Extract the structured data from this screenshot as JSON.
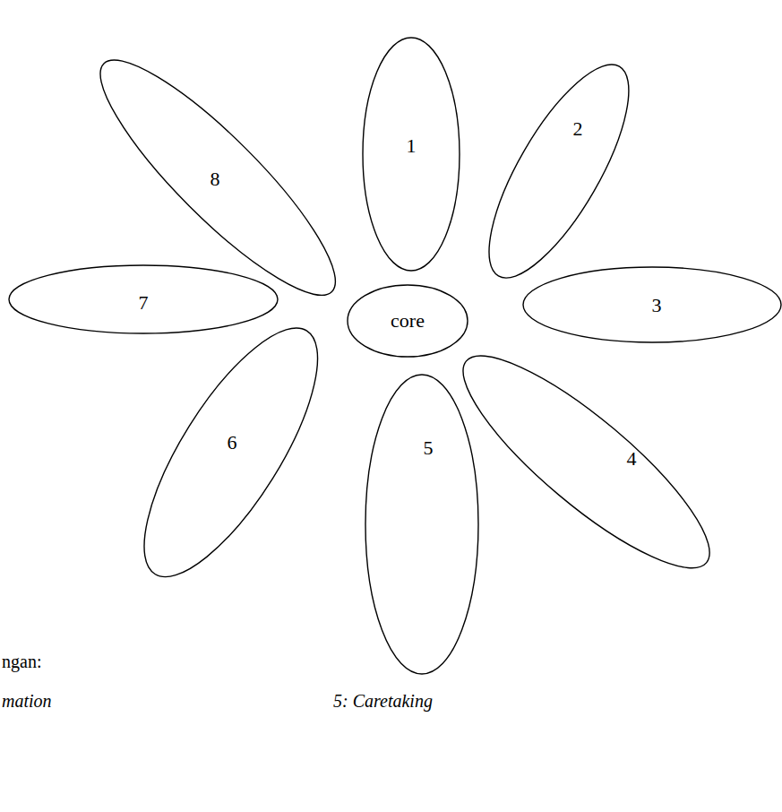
{
  "diagram": {
    "nodes": [
      {
        "text": [
          "1"
        ]
      },
      {
        "text": [
          "2"
        ]
      },
      {
        "text": [
          "3"
        ]
      },
      {
        "text": [
          "4"
        ]
      },
      {
        "text": [
          "5"
        ]
      },
      {
        "text": [
          "6"
        ]
      },
      {
        "text": [
          "7"
        ]
      },
      {
        "text": [
          "8"
        ]
      },
      {
        "text": [
          "core"
        ]
      }
    ],
    "labels": [
      "ngan:",
      "mation",
      "5: Caretaking"
    ]
  }
}
